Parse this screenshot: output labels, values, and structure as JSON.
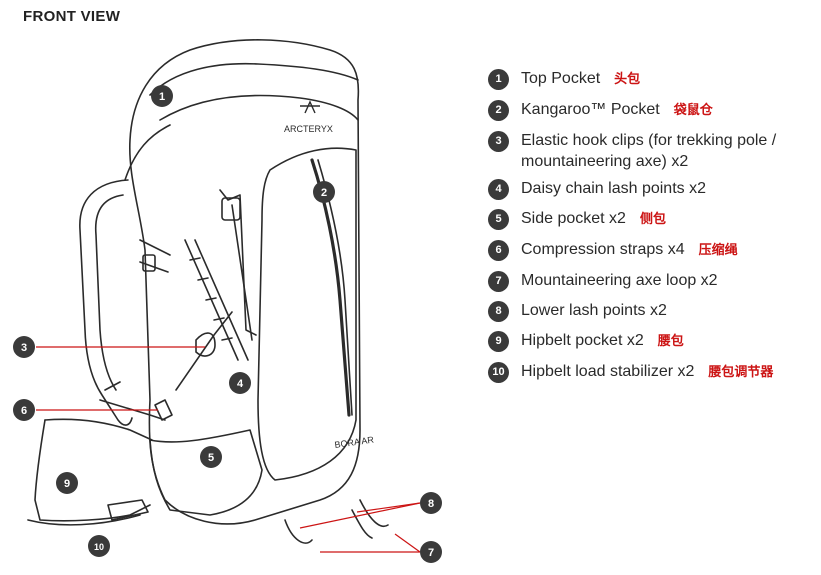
{
  "title": "FRONT VIEW",
  "brand": "ARCTERYX",
  "model": "BORA AR",
  "legend": [
    {
      "num": "1",
      "label": "Top Pocket",
      "note": "头包"
    },
    {
      "num": "2",
      "label": "Kangaroo™ Pocket",
      "note": "袋鼠仓"
    },
    {
      "num": "3",
      "label": "Elastic hook clips (for trekking pole / mountaineering axe) x2",
      "note": ""
    },
    {
      "num": "4",
      "label": "Daisy chain lash points x2",
      "note": ""
    },
    {
      "num": "5",
      "label": "Side pocket x2",
      "note": "侧包"
    },
    {
      "num": "6",
      "label": "Compression straps x4",
      "note": "压缩绳"
    },
    {
      "num": "7",
      "label": "Mountaineering axe loop x2",
      "note": ""
    },
    {
      "num": "8",
      "label": "Lower lash points x2",
      "note": ""
    },
    {
      "num": "9",
      "label": "Hipbelt pocket x2",
      "note": "腰包"
    },
    {
      "num": "10",
      "label": "Hipbelt load stabilizer x2",
      "note": "腰包调节器"
    }
  ],
  "callouts": [
    "1",
    "2",
    "3",
    "4",
    "5",
    "6",
    "7",
    "8",
    "9",
    "10"
  ],
  "colors": {
    "callout": "#3a3a3a",
    "leader": "#cc1414",
    "note": "#cc1414"
  }
}
